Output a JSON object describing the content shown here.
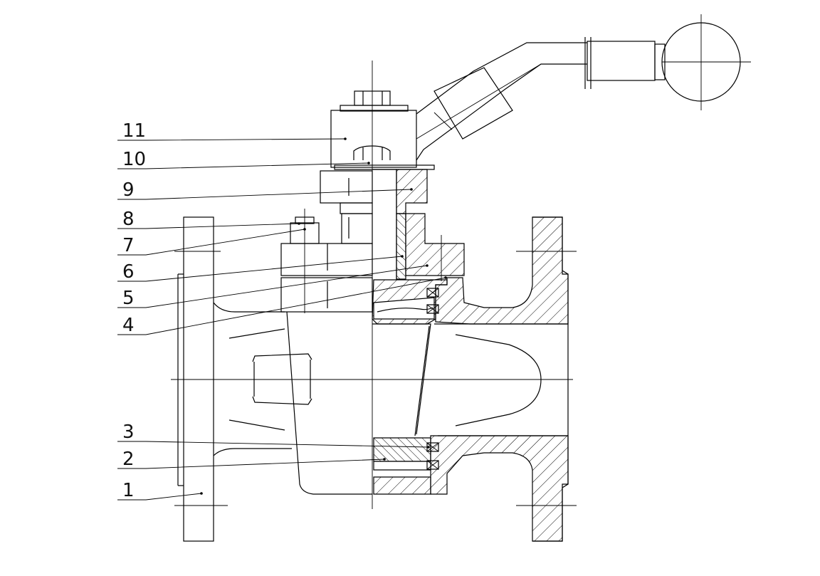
{
  "diagram": {
    "labels": [
      "11",
      "10",
      "9",
      "8",
      "7",
      "6",
      "5",
      "4",
      "3",
      "2",
      "1"
    ]
  }
}
